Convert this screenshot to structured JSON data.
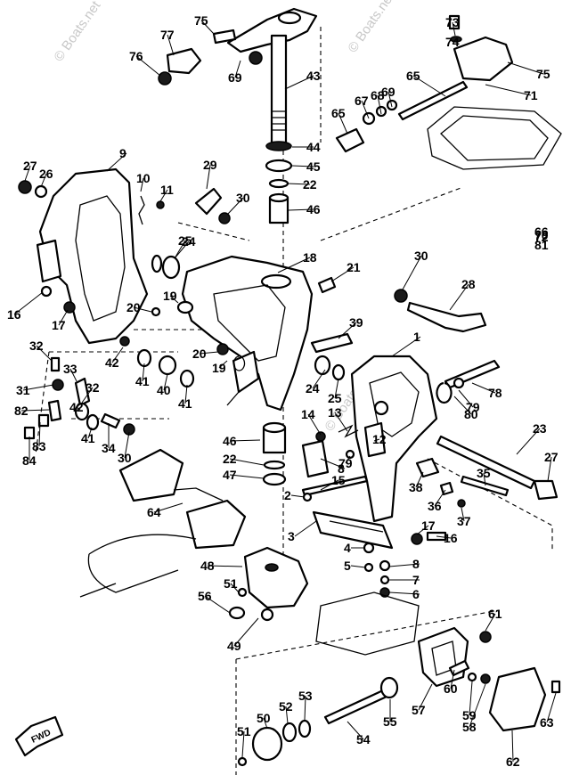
{
  "diagram": {
    "watermark_text": "© Boats.net",
    "direction_label": "FWD",
    "callouts": [
      "1",
      "2",
      "3",
      "4",
      "5",
      "6",
      "7",
      "8",
      "9",
      "10",
      "11",
      "12",
      "13",
      "14",
      "15",
      "16",
      "17",
      "18",
      "19",
      "20",
      "21",
      "22",
      "23",
      "24",
      "25",
      "26",
      "27",
      "28",
      "29",
      "30",
      "31",
      "32",
      "33",
      "34",
      "35",
      "36",
      "37",
      "38",
      "39",
      "40",
      "41",
      "42",
      "43",
      "44",
      "45",
      "46",
      "47",
      "48",
      "49",
      "50",
      "51",
      "52",
      "53",
      "54",
      "55",
      "56",
      "57",
      "58",
      "59",
      "60",
      "61",
      "62",
      "63",
      "64",
      "65",
      "66",
      "67",
      "68",
      "69",
      "70",
      "71",
      "72",
      "73",
      "74",
      "75",
      "76",
      "77",
      "78",
      "79",
      "80",
      "81",
      "82",
      "83",
      "84"
    ]
  }
}
